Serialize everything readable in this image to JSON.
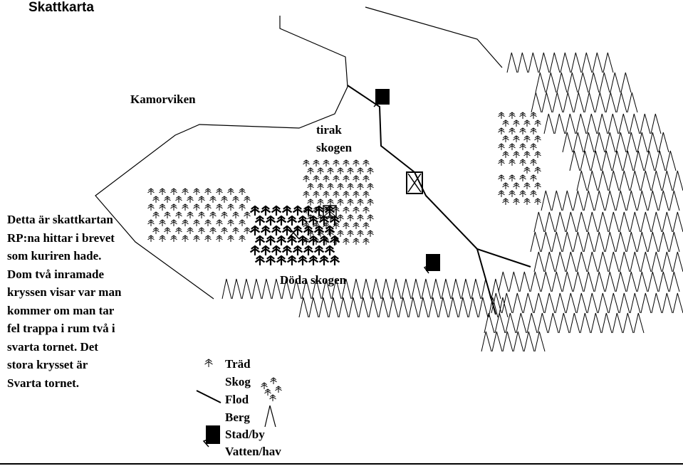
{
  "title": "Skattkarta",
  "places": {
    "kamorviken": "Kamorviken",
    "tirak_line1": "tirak",
    "tirak_line2": "skogen",
    "doda": "Döda skogen"
  },
  "note_lines": [
    "Detta är skattkartan",
    "RP:na hittar i brevet",
    "som kuriren hade.",
    "Dom två inramade",
    "kryssen visar var man",
    "kommer om man tar",
    "fel trappa i rum två i",
    "svarta tornet. Det",
    "stora krysset är",
    "Svarta tornet."
  ],
  "legend": [
    {
      "label": "Träd",
      "symbol": "tree-icon"
    },
    {
      "label": "Skog",
      "symbol": "forest-icon"
    },
    {
      "label": "Flod",
      "symbol": "river-icon"
    },
    {
      "label": "Berg",
      "symbol": "mountain-icon"
    },
    {
      "label": "Stad/by",
      "symbol": "town-icon"
    },
    {
      "label": "Vatten/hav",
      "symbol": "water-icon"
    }
  ],
  "colors": {
    "ink": "#000000",
    "paper": "#ffffff"
  }
}
